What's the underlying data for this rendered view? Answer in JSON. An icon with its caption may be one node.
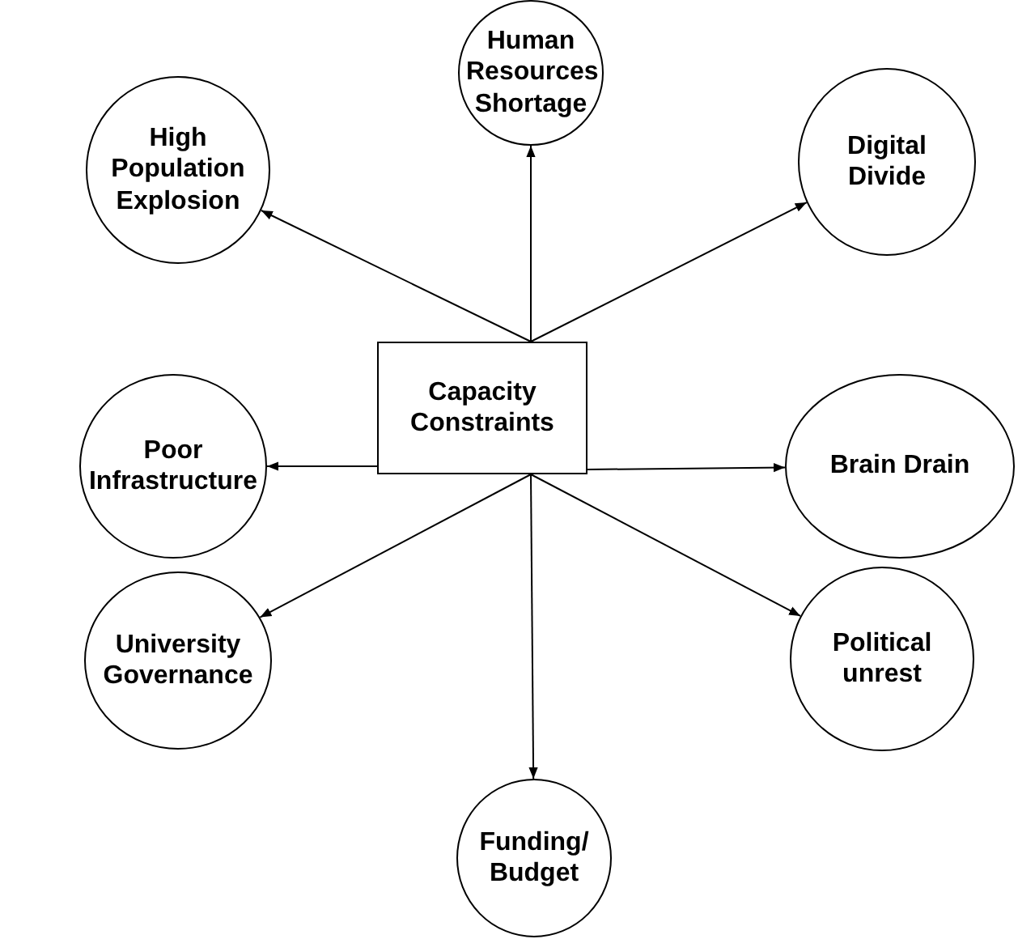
{
  "diagram": {
    "nodes": [
      {
        "text": [
          "Capacity Constraints"
        ]
      },
      {
        "text": [
          "Human Resources Shortage"
        ]
      },
      {
        "text": [
          "High Population Explosion"
        ]
      },
      {
        "text": [
          "Digital Divide"
        ]
      },
      {
        "text": [
          "Poor Infrastructure"
        ]
      },
      {
        "text": [
          "Brain Drain"
        ]
      },
      {
        "text": [
          "University Governance"
        ]
      },
      {
        "text": [
          "Political unrest"
        ]
      },
      {
        "text": [
          "Funding/ Budget"
        ]
      }
    ],
    "edges": [
      {
        "from": 0,
        "to": 1,
        "arrow": "to"
      },
      {
        "from": 0,
        "to": 2,
        "arrow": "to"
      },
      {
        "from": 0,
        "to": 3,
        "arrow": "to"
      },
      {
        "from": 0,
        "to": 4,
        "arrow": "to"
      },
      {
        "from": 0,
        "to": 5,
        "arrow": "to"
      },
      {
        "from": 0,
        "to": 6,
        "arrow": "to"
      },
      {
        "from": 0,
        "to": 7,
        "arrow": "to"
      },
      {
        "from": 0,
        "to": 8,
        "arrow": "to"
      }
    ]
  }
}
